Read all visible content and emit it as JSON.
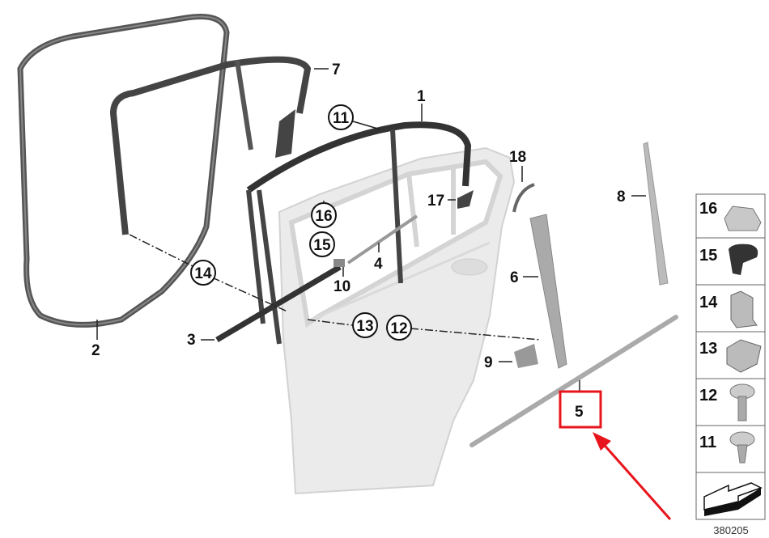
{
  "diagram": {
    "callouts": [
      "1",
      "2",
      "3",
      "4",
      "5",
      "6",
      "7",
      "8",
      "9",
      "10",
      "17",
      "18"
    ],
    "circled_callouts": [
      "11",
      "12",
      "13",
      "14",
      "15",
      "16"
    ],
    "highlighted_callout": "5",
    "highlight_color": "#e8141b"
  },
  "legend": {
    "items": [
      {
        "num": "16",
        "icon": "clip-icon"
      },
      {
        "num": "15",
        "icon": "plug-icon"
      },
      {
        "num": "14",
        "icon": "spring-nut-icon"
      },
      {
        "num": "13",
        "icon": "cage-nut-icon"
      },
      {
        "num": "12",
        "icon": "screw-icon"
      },
      {
        "num": "11",
        "icon": "short-screw-icon"
      }
    ],
    "reference_number": "380205"
  }
}
